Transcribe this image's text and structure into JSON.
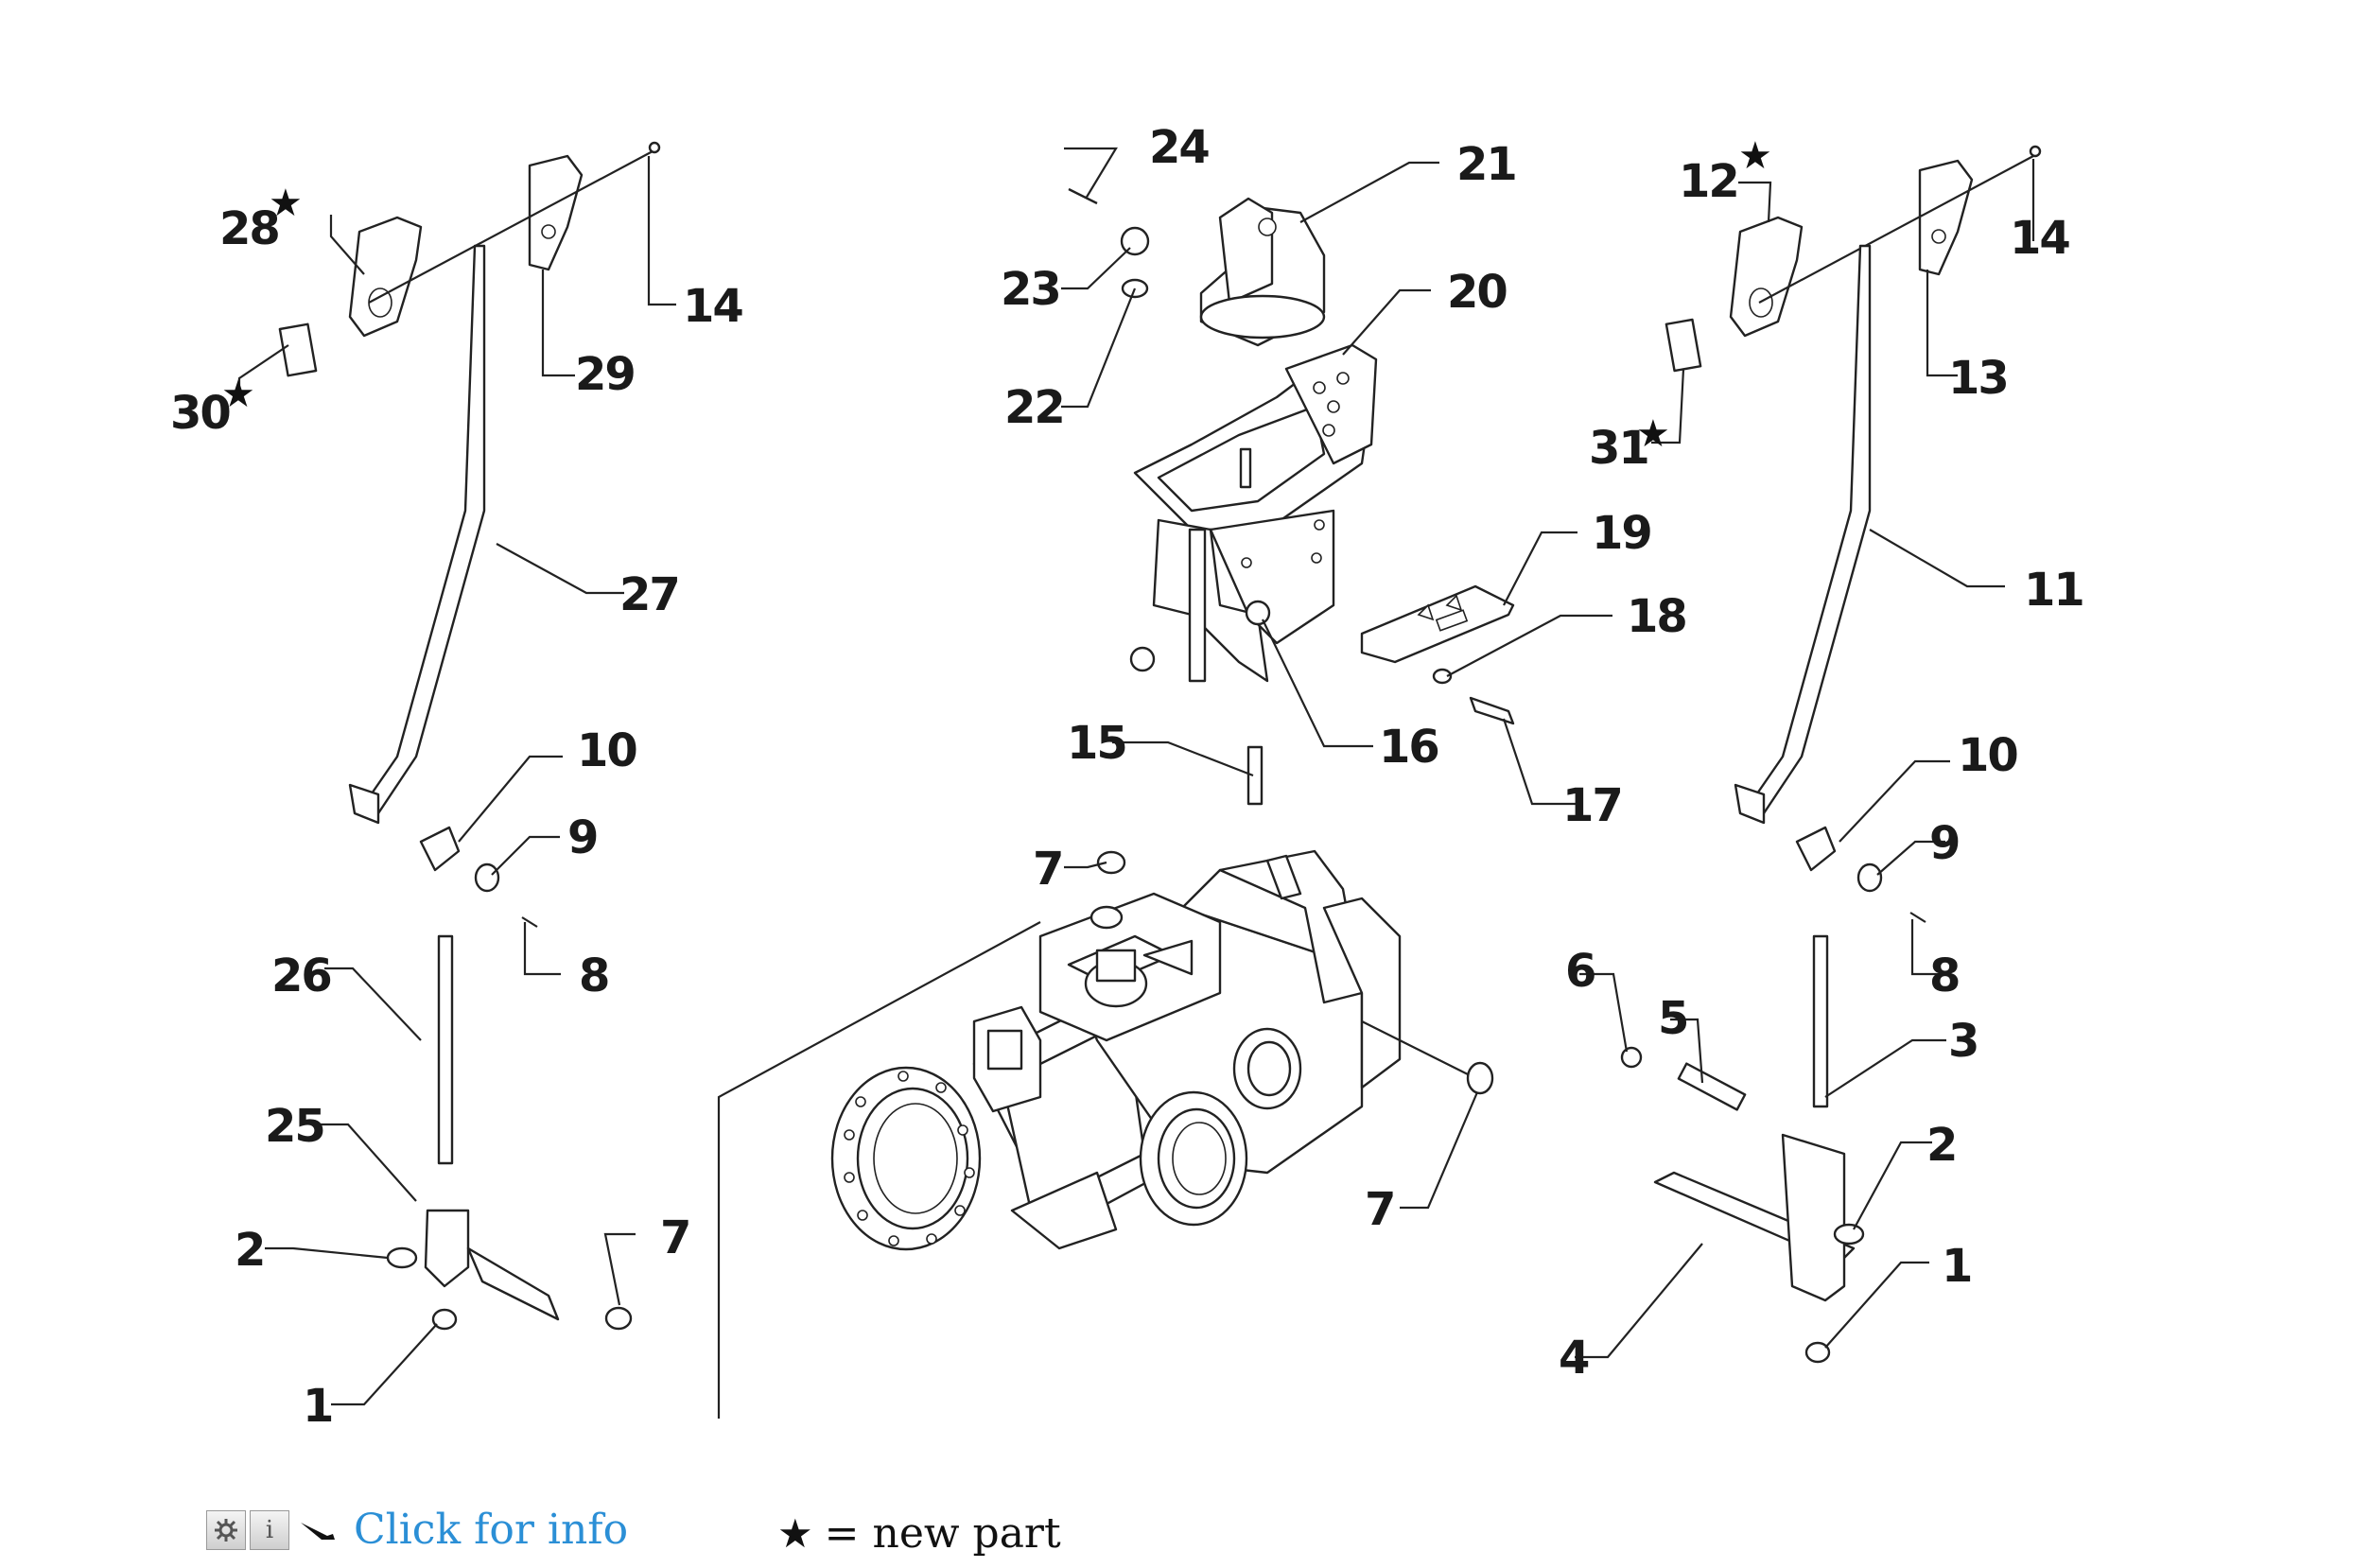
{
  "diagram": {
    "callouts": [
      {
        "id": "c24",
        "label": "24",
        "star": false
      },
      {
        "id": "c21",
        "label": "21",
        "star": false
      },
      {
        "id": "c23",
        "label": "23",
        "star": false
      },
      {
        "id": "c20",
        "label": "20",
        "star": false
      },
      {
        "id": "c22",
        "label": "22",
        "star": false
      },
      {
        "id": "c19",
        "label": "19",
        "star": false
      },
      {
        "id": "c18",
        "label": "18",
        "star": false
      },
      {
        "id": "c16",
        "label": "16",
        "star": false
      },
      {
        "id": "c15",
        "label": "15",
        "star": false
      },
      {
        "id": "c17",
        "label": "17",
        "star": false
      },
      {
        "id": "c28",
        "label": "28",
        "star": true
      },
      {
        "id": "c14l",
        "label": "14",
        "star": false
      },
      {
        "id": "c29",
        "label": "29",
        "star": false
      },
      {
        "id": "c30",
        "label": "30",
        "star": true
      },
      {
        "id": "c27",
        "label": "27",
        "star": false
      },
      {
        "id": "c10l",
        "label": "10",
        "star": false
      },
      {
        "id": "c9l",
        "label": "9",
        "star": false
      },
      {
        "id": "c8l",
        "label": "8",
        "star": false
      },
      {
        "id": "c26",
        "label": "26",
        "star": false
      },
      {
        "id": "c25",
        "label": "25",
        "star": false
      },
      {
        "id": "c2l",
        "label": "2",
        "star": false
      },
      {
        "id": "c1l",
        "label": "1",
        "star": false
      },
      {
        "id": "c7a",
        "label": "7",
        "star": false
      },
      {
        "id": "c7b",
        "label": "7",
        "star": false
      },
      {
        "id": "c7c",
        "label": "7",
        "star": false
      },
      {
        "id": "c12",
        "label": "12",
        "star": true
      },
      {
        "id": "c14r",
        "label": "14",
        "star": false
      },
      {
        "id": "c13",
        "label": "13",
        "star": false
      },
      {
        "id": "c31",
        "label": "31",
        "star": true
      },
      {
        "id": "c11",
        "label": "11",
        "star": false
      },
      {
        "id": "c10r",
        "label": "10",
        "star": false
      },
      {
        "id": "c9r",
        "label": "9",
        "star": false
      },
      {
        "id": "c8r",
        "label": "8",
        "star": false
      },
      {
        "id": "c6",
        "label": "6",
        "star": false
      },
      {
        "id": "c5",
        "label": "5",
        "star": false
      },
      {
        "id": "c3",
        "label": "3",
        "star": false
      },
      {
        "id": "c2r",
        "label": "2",
        "star": false
      },
      {
        "id": "c1r",
        "label": "1",
        "star": false
      },
      {
        "id": "c4",
        "label": "4",
        "star": false
      }
    ]
  },
  "footer": {
    "info_link": "Click for info",
    "legend_star": "★",
    "legend_text": "= new part"
  },
  "icons": {
    "settings": "gear-icon",
    "info": "info-icon",
    "pointer": "hand-pointer-icon"
  }
}
